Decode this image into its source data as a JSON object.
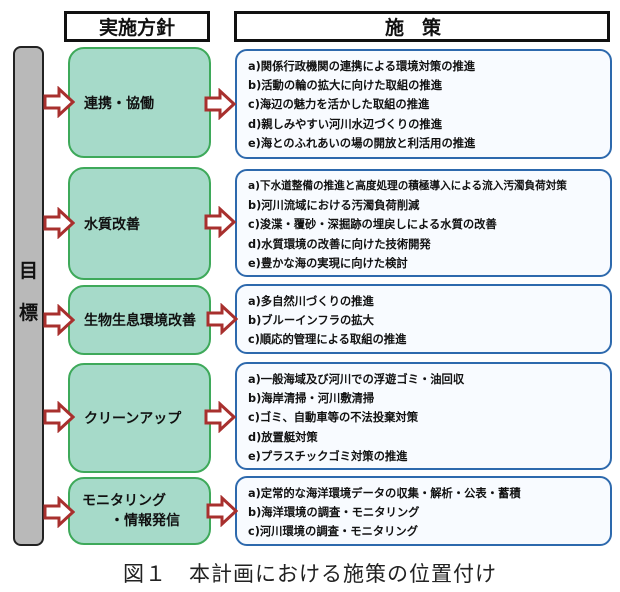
{
  "headers": {
    "policy": "実施方針",
    "measures": "施策"
  },
  "goal": {
    "chars": [
      "目",
      "標"
    ]
  },
  "rows": [
    {
      "policy": [
        "連携・協働"
      ],
      "measures": [
        "a)関係行政機関の連携による環境対策の推進",
        "b)活動の輪の拡大に向けた取組の推進",
        "c)海辺の魅力を活かした取組の推進",
        "d)親しみやすい河川水辺づくりの推進",
        "e)海とのふれあいの場の開放と利活用の推進"
      ]
    },
    {
      "policy": [
        "水質改善"
      ],
      "measures": [
        "a)下水道整備の推進と高度処理の積極導入による流入汚濁負荷対策",
        "b)河川流域における汚濁負荷削減",
        "c)浚渫・覆砂・深掘跡の埋戻しによる水質の改善",
        "d)水質環境の改善に向けた技術開発",
        "e)豊かな海の実現に向けた検討"
      ]
    },
    {
      "policy": [
        "生物生息環境改善"
      ],
      "measures": [
        "a)多自然川づくりの推進",
        "b)ブルーインフラの拡大",
        "c)順応的管理による取組の推進"
      ]
    },
    {
      "policy": [
        "クリーンアップ"
      ],
      "measures": [
        "a)一般海域及び河川での浮遊ゴミ・油回収",
        "b)海岸清掃・河川敷清掃",
        "c)ゴミ、自動車等の不法投棄対策",
        "d)放置艇対策",
        "e)プラスチックゴミ対策の推進"
      ]
    },
    {
      "policy": [
        "モニタリング",
        "・情報発信"
      ],
      "measures": [
        "a)定常的な海洋環境データの収集・解析・公表・蓄積",
        "b)海洋環境の調査・モニタリング",
        "c)河川環境の調査・モニタリング"
      ]
    }
  ],
  "caption": "図１　本計画における施策の位置付け",
  "colors": {
    "policy_fill": "#a6dac9",
    "policy_border": "#3ea95a",
    "measure_border": "#2d69ad",
    "arrow": "#a8302e",
    "goal_fill": "#b9b9b9"
  }
}
